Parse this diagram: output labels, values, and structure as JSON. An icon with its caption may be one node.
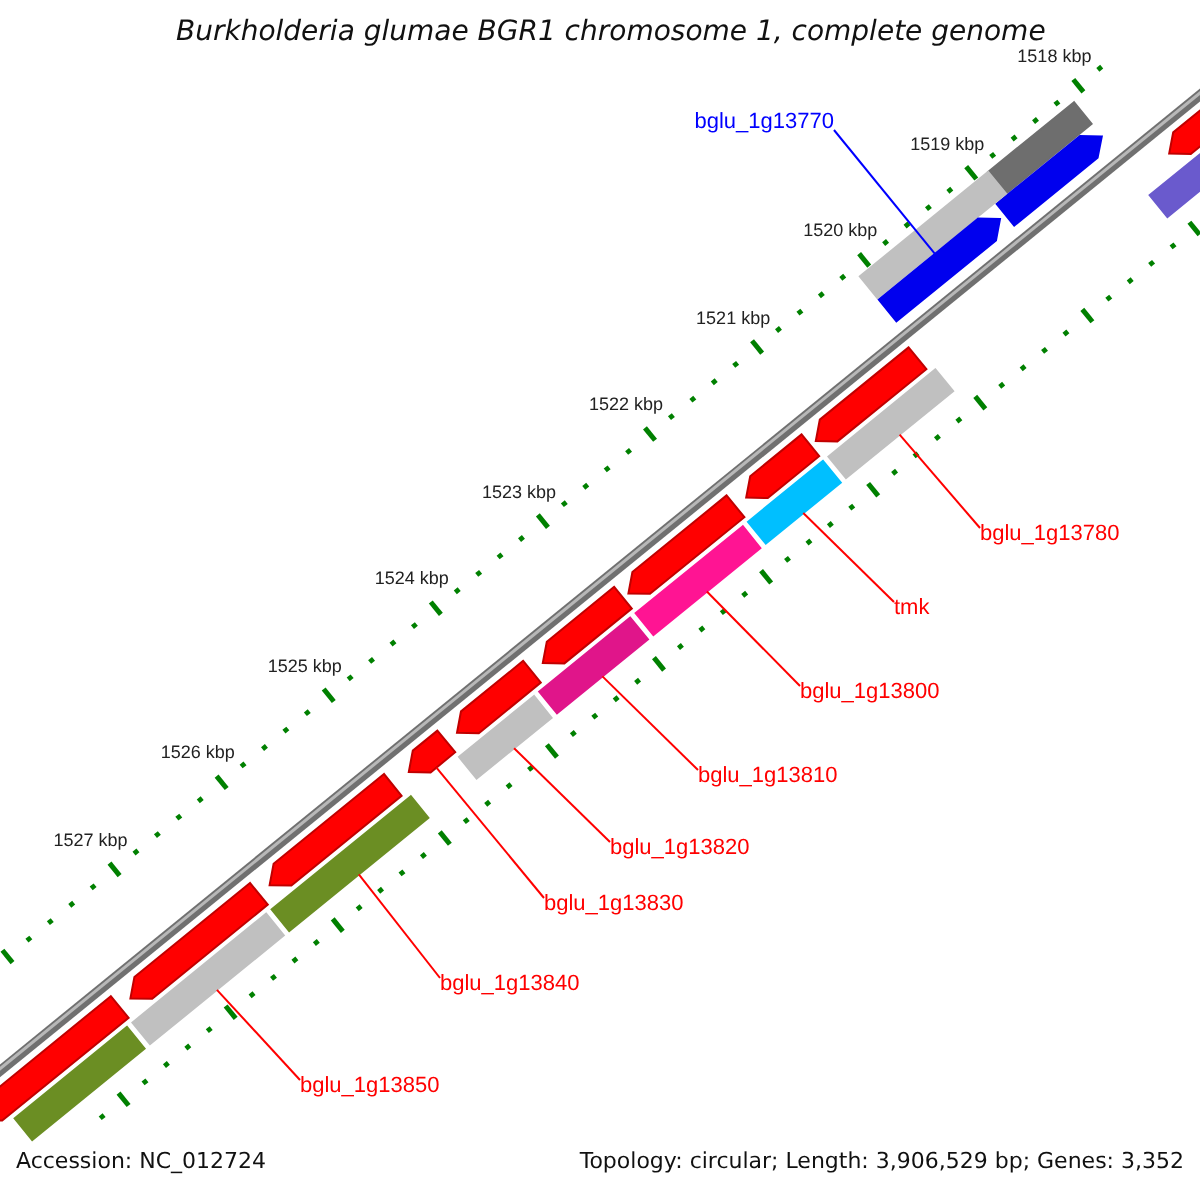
{
  "diagram": {
    "title": "Burkholderia glumae BGR1 chromosome 1, complete genome",
    "nodes": [
      {
        "text": [
          "bglu_1g13770"
        ]
      },
      {
        "text": [
          "bglu_1g13780"
        ]
      },
      {
        "text": [
          "tmk"
        ]
      },
      {
        "text": [
          "bglu_1g13800"
        ]
      },
      {
        "text": [
          "bglu_1g13810"
        ]
      },
      {
        "text": [
          "bglu_1g13820"
        ]
      },
      {
        "text": [
          "bglu_1g13830"
        ]
      },
      {
        "text": [
          "bglu_1g13840"
        ]
      },
      {
        "text": [
          "bglu_1g13850"
        ]
      },
      {
        "text": [],
        "shape": "arrow"
      },
      {
        "text": [],
        "shape": "bar"
      },
      {
        "text": [],
        "shape": "bar"
      },
      {
        "text": [],
        "shape": "arrow"
      },
      {
        "text": [],
        "shape": "bar"
      },
      {
        "text": [],
        "shape": "arrow"
      },
      {
        "text": [],
        "shape": "bar"
      },
      {
        "text": [],
        "shape": "arrow"
      },
      {
        "text": [],
        "shape": "arrow"
      },
      {
        "text": [],
        "shape": "bar"
      },
      {
        "text": [],
        "shape": "arrow"
      },
      {
        "text": [],
        "shape": "bar"
      },
      {
        "text": [],
        "shape": "arrow"
      },
      {
        "text": [],
        "shape": "bar"
      },
      {
        "text": [],
        "shape": "arrow"
      },
      {
        "text": [],
        "shape": "bar"
      },
      {
        "text": [],
        "shape": "arrow"
      },
      {
        "text": [],
        "shape": "bar"
      },
      {
        "text": [],
        "shape": "arrow"
      },
      {
        "text": [],
        "shape": "arrow"
      },
      {
        "text": [],
        "shape": "bar"
      },
      {
        "text": [],
        "shape": "arrow"
      },
      {
        "text": [],
        "shape": "bar"
      }
    ],
    "edges": [
      {
        "from": 0,
        "to": 14,
        "arrow": "none",
        "color": "#0000ff"
      },
      {
        "from": 1,
        "to": 15,
        "arrow": "none"
      },
      {
        "from": 2,
        "to": 18,
        "arrow": "none"
      },
      {
        "from": 3,
        "to": 20,
        "arrow": "none"
      },
      {
        "from": 4,
        "to": 22,
        "arrow": "none"
      },
      {
        "from": 5,
        "to": 24,
        "arrow": "none"
      },
      {
        "from": 6,
        "to": 25,
        "arrow": "none"
      },
      {
        "from": 7,
        "to": 26,
        "arrow": "none"
      },
      {
        "from": 8,
        "to": 29,
        "arrow": "none"
      }
    ],
    "labels": [
      "1518 kbp",
      "1519 kbp",
      "1520 kbp",
      "1521 kbp",
      "1522 kbp",
      "1523 kbp",
      "1524 kbp",
      "1525 kbp",
      "1526 kbp",
      "1527 kbp",
      "Accession: NC_012724",
      "Topology: circular; Length: 3,906,529 bp; Genes: 3,352"
    ]
  }
}
